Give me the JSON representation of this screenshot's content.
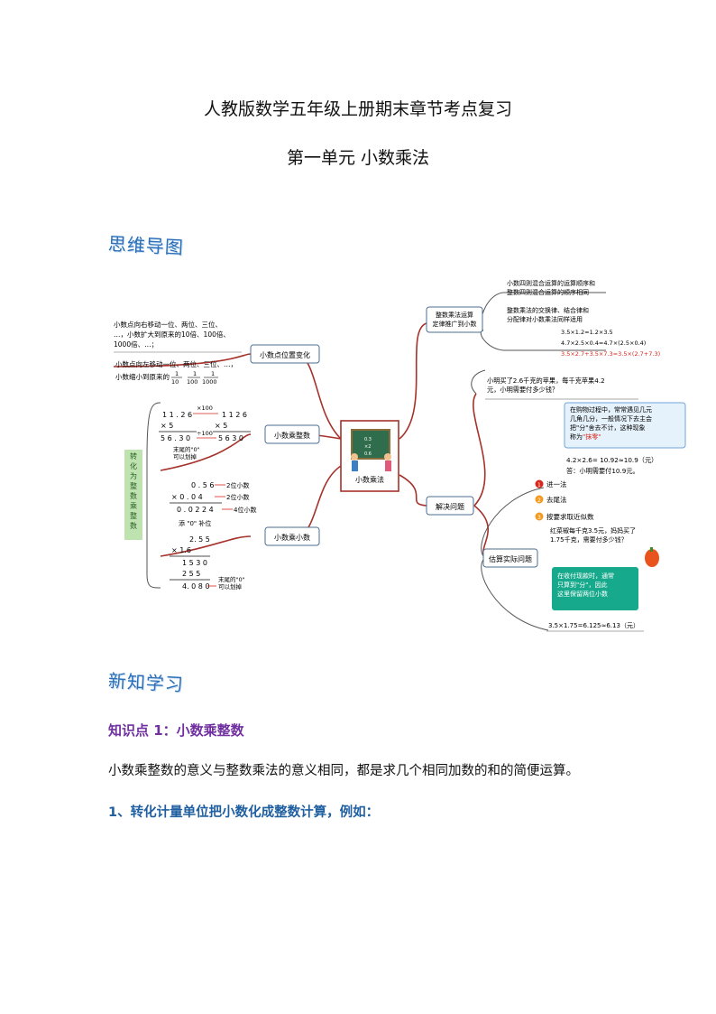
{
  "doc": {
    "title": "人教版数学五年级上册期末章节考点复习",
    "subtitle": "第一单元  小数乘法",
    "section_mindmap": "思维导图",
    "section_newknow": "新知学习",
    "knowledge_point_1": "知识点 1：小数乘整数",
    "paragraph_1": "小数乘整数的意义与整数乘法的意义相同，都是求几个相同加数的和的简便运算。",
    "heading_1": "1、转化计量单位把小数化成整数计算，例如："
  },
  "mindmap": {
    "center": "小数乘法",
    "board_lines": [
      "0.3",
      "×2",
      "0.6"
    ],
    "left_branches": {
      "position": "小数点位置变化",
      "dec_int": "小数乘整数",
      "dec_dec": "小数乘小数"
    },
    "right_branches": {
      "rules": "整数乘法运算\n定律推广到小数",
      "solve": "解决问题",
      "estimate": "估算实际问题"
    },
    "pos_note1": "小数点向右移动一位、两位、三位、\n…，小数扩大到原来的10倍、100倍、\n1000倍、…；",
    "pos_note2_a": "小数点向左移动一位、两位、三位、…，",
    "pos_note2_b": "小数缩小到原来的",
    "frac_1": "1",
    "frac_10": "10",
    "frac_100": "100",
    "frac_1000": "1000",
    "vertical_label": "转\n化\n为\n整\n数\n乘\n整\n数",
    "calc1": {
      "left": [
        "1 1 . 2 6",
        "×           5",
        "5 6 . 3 0"
      ],
      "right": [
        "1 1 2 6",
        "×        5",
        "5 6 3 0"
      ],
      "x100": "×100",
      "d100": "÷100",
      "note": "末尾的\"0\"\n可以划掉"
    },
    "calc2": {
      "lines": [
        "0 . 5 6",
        "×   0 . 0 4",
        "0 . 0 2 2 4"
      ],
      "tags": [
        "2位小数",
        "2位小数",
        "4位小数"
      ],
      "add0": "添 \"0\" 补位"
    },
    "calc3": {
      "lines": [
        "2. 5 5",
        "×       1.6",
        "1 5 3 0",
        "2 5 5",
        "4. 0 8 0"
      ],
      "note": "末尾的\"0\"\n可以划掉"
    },
    "rules_notes": [
      "小数四则混合运算的运算顺序和\n整数四则混合运算的顺序相同",
      "整数乘法的交换律、结合律和\n分配律对小数乘法同样适用"
    ],
    "rules_examples": [
      "3.5×1.2=1.2×3.5",
      "4.7×2.5×0.4=4.7×(2.5×0.4)",
      "3.5×2.7+3.5×7.3=3.5×(2.7+7.3)"
    ],
    "problem": "小明买了2.6千克的苹果，每千克苹果4.2\n元，小明需要付多少钱？",
    "tip_box": "在购物过程中，常常遇见几元\n几角几分，一般情况下去主会\n把\"分\"舍去不计，这种现象\n称为\"抹零\"",
    "tip_highlight": "\"抹零\"",
    "answer1": "4.2×2.6= 10.92≈10.9（元）",
    "answer2": "答：小明需要付10.9元。",
    "methods": [
      "进一法",
      "去尾法",
      "按要求取近似数"
    ],
    "method_nums": [
      "1",
      "2",
      "3"
    ],
    "problem2": "红菜椒每千克3.5元，妈妈买了\n1.75千克，需要付多少钱？",
    "tip2": "在收付现款时，通常\n只算到\"分\"，因此\n这里保留两位小数",
    "answer3": "3.5×1.75=6.125≈6.13（元）",
    "colors": {
      "branch": "#a5322b",
      "node_border": "#4d6e93",
      "blue_box": "#e6f2fb",
      "blue_border": "#6ea5d8",
      "green_box": "#17a98b",
      "red": "#d9261c",
      "orange": "#f39a1f",
      "vert_green": "#bfe3b0"
    }
  }
}
